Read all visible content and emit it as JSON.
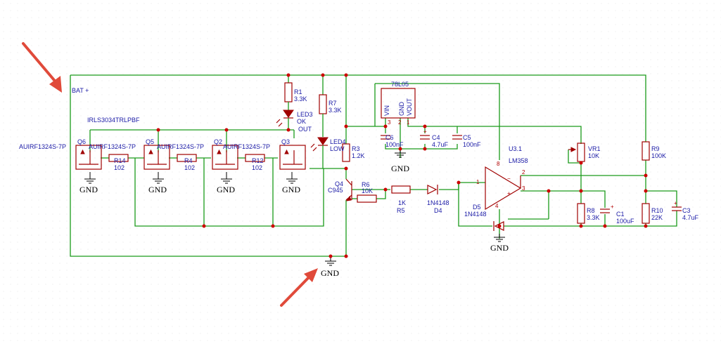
{
  "colors": {
    "wire": "#1a9a1a",
    "part": "#a00000",
    "label": "#1a1aa6",
    "junction": "#cc0000",
    "arrow": "#e04a3a",
    "grid_dot": "#d8d8d8"
  },
  "labels": {
    "bat": "BAT +",
    "irls": "IRLS3034TRLPBF",
    "auirf_left": "AUIRF1324S-7P",
    "auirf_q5": "AUIRF1324S-7P",
    "auirf_q4": "AUIRF1324S-7P",
    "auirf_q3": "AUIRF1324S-7P",
    "q6": "Q6",
    "q5": "Q5",
    "q2": "Q2",
    "q3": "Q3",
    "r14": "R14",
    "r14v": "102",
    "r4": "R4",
    "r4v": "102",
    "r12": "R12",
    "r12v": "102",
    "r1": "R1",
    "r1v": "3.3K",
    "led3": "LED3",
    "led3a": "OK",
    "led3b": "OUT",
    "r7": "R7",
    "r7v": "3.3K",
    "led4": "LED4",
    "led4b": "LOW",
    "r3": "R3",
    "r3v": "1.2K",
    "q4": "Q4",
    "q4v": "C945",
    "r6": "R6",
    "r6v": "10K",
    "r5": "R5",
    "r5v": "1K",
    "d4": "D4",
    "d4v": "1N4148",
    "d5": "D5",
    "d5v": "1N4148",
    "u3": "U3.1",
    "u3v": "LM358",
    "reg": "78L05",
    "vin": "VIN",
    "gndp": "GND",
    "vout": "VOUT",
    "c6": "C6",
    "c6v": "100nF",
    "c4": "C4",
    "c4v": "4.7uF",
    "c5": "C5",
    "c5v": "100nF",
    "vr1": "VR1",
    "vr1v": "10K",
    "r9": "R9",
    "r9v": "100K",
    "r8": "R8",
    "r8v": "3.3K",
    "c1": "C1",
    "c1v": "100uF",
    "r10": "R10",
    "r10v": "22K",
    "c3": "C3",
    "c3v": "4.7uF",
    "gnd": "GND",
    "pin8": "8",
    "pin1": "1",
    "pin2": "2",
    "pin3": "3",
    "pin4": "4",
    "reg_p1": "1",
    "reg_p2": "2",
    "reg_p3": "3",
    "plus": "+",
    "minus": "−"
  }
}
